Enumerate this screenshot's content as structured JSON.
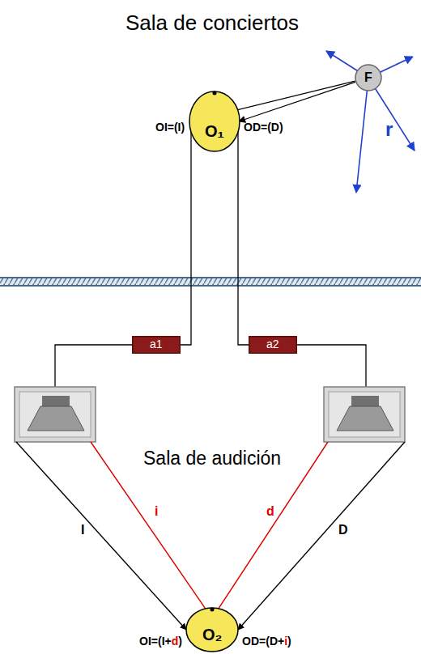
{
  "diagram": {
    "title": "Sala de conciertos",
    "nodes": [
      {
        "text": [
          "F"
        ]
      },
      {
        "text": [
          "O₁"
        ]
      },
      {
        "text": [
          "a1"
        ]
      },
      {
        "text": [
          "a2"
        ]
      },
      {
        "text": [
          "O₂"
        ]
      }
    ],
    "edges": [
      {
        "from": 0,
        "to": 1,
        "arrow": "to"
      },
      {
        "from": 0,
        "to": 1,
        "arrow": "to"
      },
      {
        "from": 1,
        "to": 2,
        "arrow": "none"
      },
      {
        "from": 1,
        "to": 3,
        "arrow": "none"
      }
    ],
    "labels": [
      "OI=(I)",
      "OD=(D)",
      "r",
      "Sala de audición",
      "I",
      "i",
      "d",
      "D",
      "OI=(I+d)",
      "OD=(D+i)"
    ]
  }
}
